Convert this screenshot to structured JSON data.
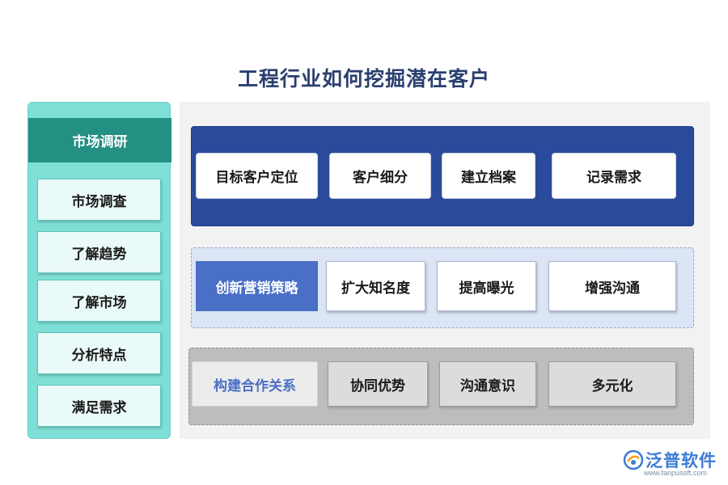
{
  "title": "工程行业如何挖掘潜在客户",
  "left": {
    "header": "市场调研",
    "items": [
      "市场调查",
      "了解趋势",
      "了解市场",
      "分析特点",
      "满足需求"
    ]
  },
  "rows": [
    {
      "items": [
        "目标客户定位",
        "客户细分",
        "建立档案",
        "记录需求"
      ]
    },
    {
      "label": "创新营销策略",
      "items": [
        "扩大知名度",
        "提高曝光",
        "增强沟通"
      ]
    },
    {
      "label": "构建合作关系",
      "items": [
        "协同优势",
        "沟通意识",
        "多元化"
      ]
    }
  ],
  "logo": {
    "name": "泛普软件",
    "url": "www.fanpusoft.com"
  },
  "colors": {
    "title": "#2a3f6e",
    "left_bg": "#7edfd6",
    "left_header": "#248f83",
    "row1_bg": "#2a4b9b",
    "row2_label": "#4a6fc6",
    "row3_bg": "#bdbdbd",
    "logo": "#3b7bd6"
  }
}
